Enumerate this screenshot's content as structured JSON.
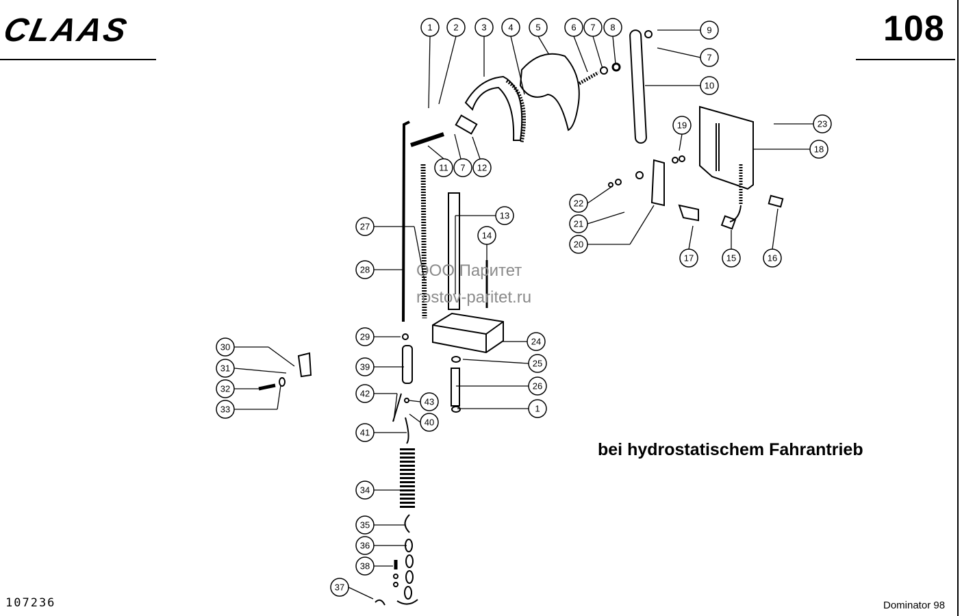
{
  "header": {
    "brand": "CLAAS",
    "page_number": "108"
  },
  "caption": "bei hydrostatischem Fahrantrieb",
  "footer": {
    "drawing_number": "107236",
    "model": "Dominator 98"
  },
  "watermark": {
    "line1": "ООО Паритет",
    "line2": "rostov-paritet.ru"
  },
  "callouts": [
    "1",
    "2",
    "3",
    "4",
    "5",
    "6",
    "7",
    "8",
    "9",
    "7",
    "10",
    "19",
    "23",
    "18",
    "11",
    "7",
    "12",
    "22",
    "21",
    "20",
    "17",
    "15",
    "16",
    "13",
    "27",
    "14",
    "28",
    "24",
    "29",
    "30",
    "25",
    "39",
    "31",
    "26",
    "32",
    "1",
    "33",
    "42",
    "43",
    "40",
    "41",
    "34",
    "35",
    "36",
    "38",
    "37"
  ]
}
